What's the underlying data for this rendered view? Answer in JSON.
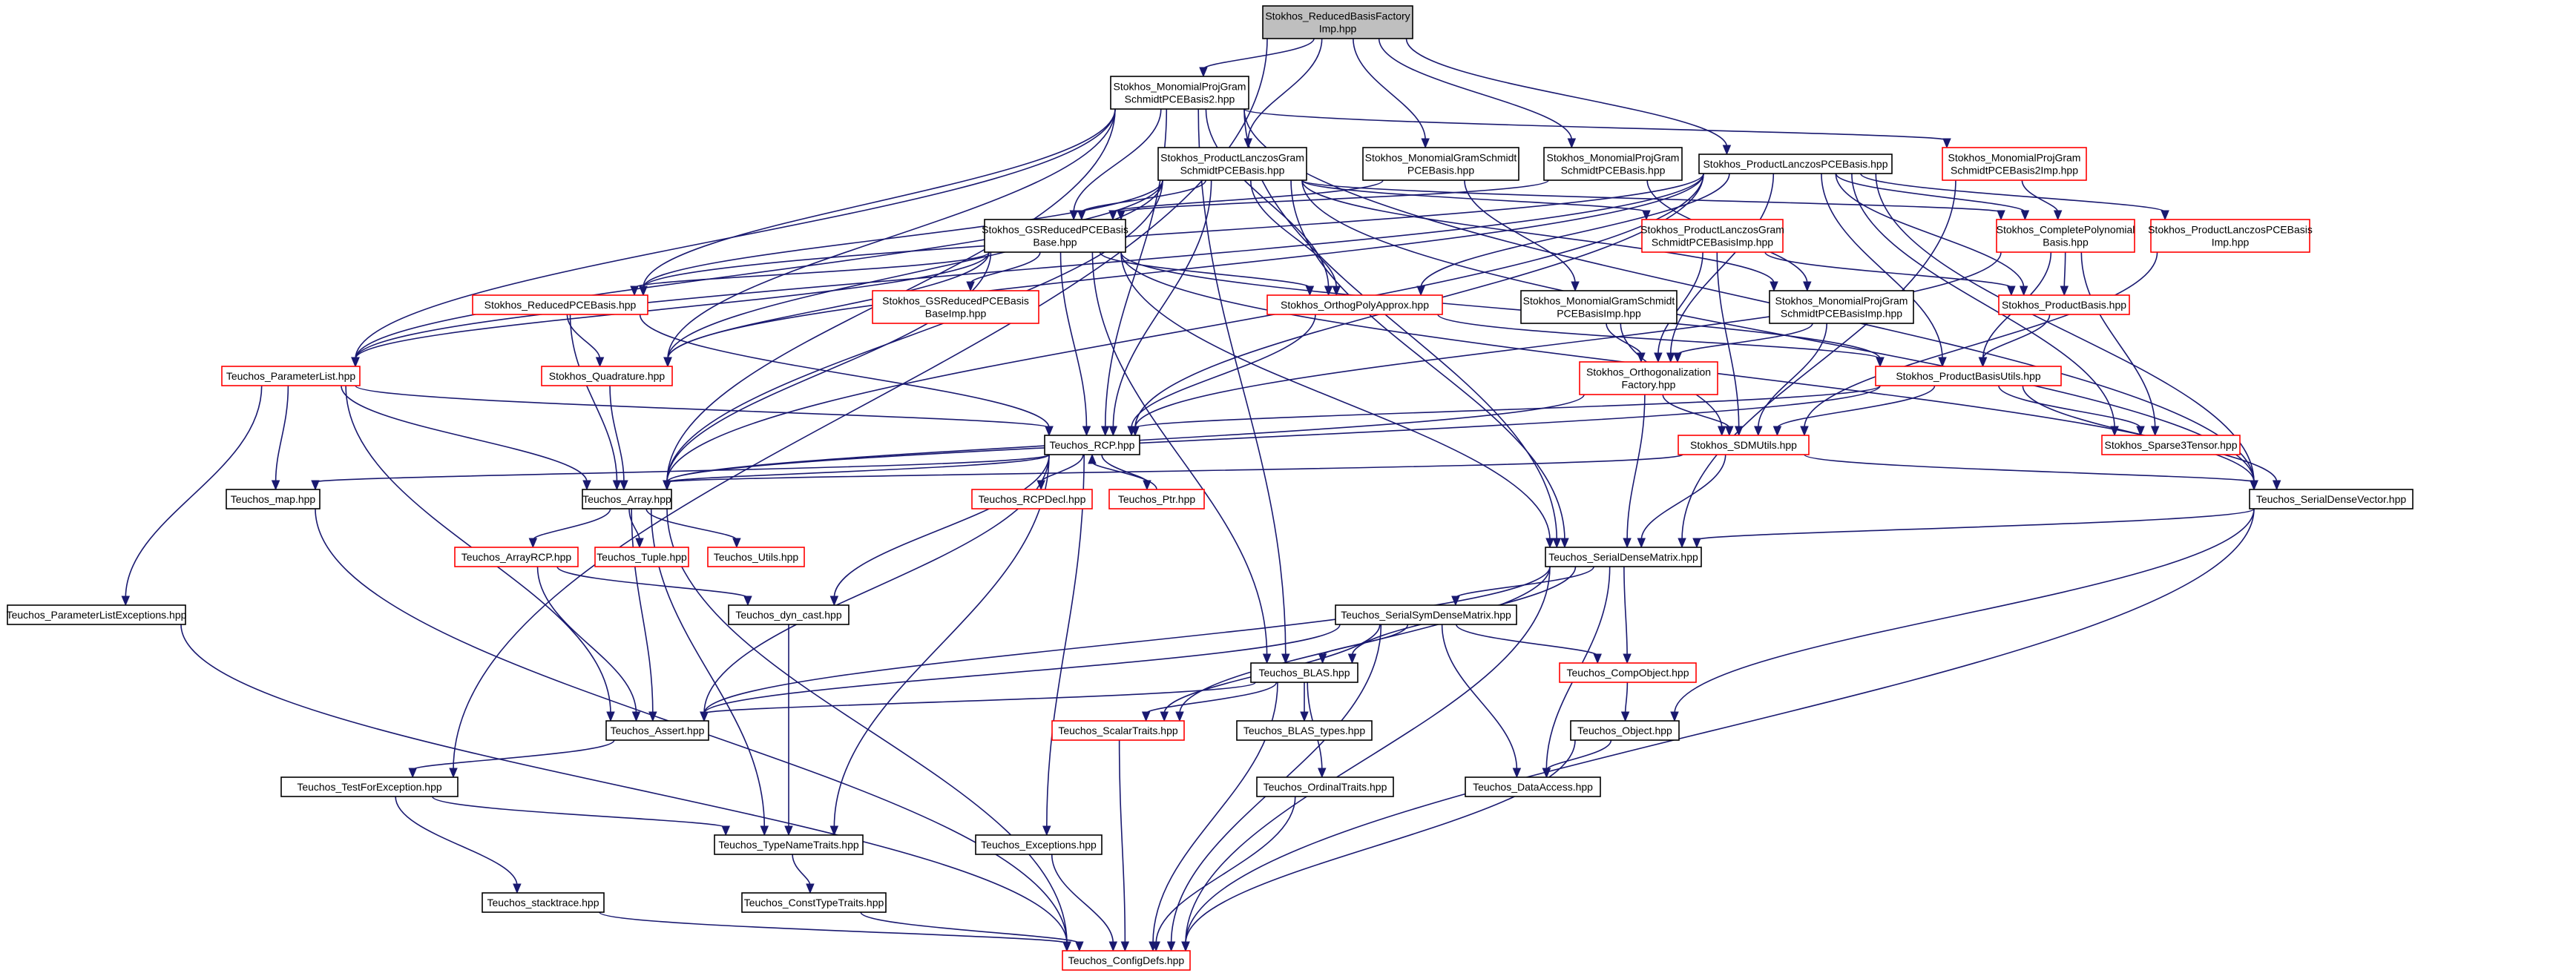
{
  "nodes": [
    {
      "id": "root",
      "lines": [
        "Stokhos_ReducedBasisFactory",
        "Imp.hpp"
      ],
      "style": "gray"
    },
    {
      "id": "mpgs2",
      "lines": [
        "Stokhos_MonomialProjGram",
        "SchmidtPCEBasis2.hpp"
      ],
      "style": "black"
    },
    {
      "id": "plgs",
      "lines": [
        "Stokhos_ProductLanczosGram",
        "SchmidtPCEBasis.hpp"
      ],
      "style": "black"
    },
    {
      "id": "mgs",
      "lines": [
        "Stokhos_MonomialGramSchmidt",
        "PCEBasis.hpp"
      ],
      "style": "black"
    },
    {
      "id": "mpgs",
      "lines": [
        "Stokhos_MonomialProjGram",
        "SchmidtPCEBasis.hpp"
      ],
      "style": "black"
    },
    {
      "id": "plpce",
      "lines": [
        "Stokhos_ProductLanczosPCEBasis.hpp"
      ],
      "style": "black"
    },
    {
      "id": "mpgs2imp",
      "lines": [
        "Stokhos_MonomialProjGram",
        "SchmidtPCEBasis2Imp.hpp"
      ],
      "style": "red"
    },
    {
      "id": "gsrb",
      "lines": [
        "Stokhos_GSReducedPCEBasis",
        "Base.hpp"
      ],
      "style": "black"
    },
    {
      "id": "plgsimp",
      "lines": [
        "Stokhos_ProductLanczosGram",
        "SchmidtPCEBasisImp.hpp"
      ],
      "style": "red"
    },
    {
      "id": "cpb",
      "lines": [
        "Stokhos_CompletePolynomial",
        "Basis.hpp"
      ],
      "style": "red"
    },
    {
      "id": "plpceimp",
      "lines": [
        "Stokhos_ProductLanczosPCEBasis",
        "Imp.hpp"
      ],
      "style": "red"
    },
    {
      "id": "rpce",
      "lines": [
        "Stokhos_ReducedPCEBasis.hpp"
      ],
      "style": "red"
    },
    {
      "id": "gsrbimp",
      "lines": [
        "Stokhos_GSReducedPCEBasis",
        "BaseImp.hpp"
      ],
      "style": "red"
    },
    {
      "id": "opa",
      "lines": [
        "Stokhos_OrthogPolyApprox.hpp"
      ],
      "style": "red"
    },
    {
      "id": "mgsimp",
      "lines": [
        "Stokhos_MonomialGramSchmidt",
        "PCEBasisImp.hpp"
      ],
      "style": "black"
    },
    {
      "id": "mpgsimp",
      "lines": [
        "Stokhos_MonomialProjGram",
        "SchmidtPCEBasisImp.hpp"
      ],
      "style": "black"
    },
    {
      "id": "pb",
      "lines": [
        "Stokhos_ProductBasis.hpp"
      ],
      "style": "red"
    },
    {
      "id": "plist",
      "lines": [
        "Teuchos_ParameterList.hpp"
      ],
      "style": "red"
    },
    {
      "id": "quad",
      "lines": [
        "Stokhos_Quadrature.hpp"
      ],
      "style": "red"
    },
    {
      "id": "of",
      "lines": [
        "Stokhos_Orthogonalization",
        "Factory.hpp"
      ],
      "style": "red"
    },
    {
      "id": "pbu",
      "lines": [
        "Stokhos_ProductBasisUtils.hpp"
      ],
      "style": "red"
    },
    {
      "id": "rcp",
      "lines": [
        "Teuchos_RCP.hpp"
      ],
      "style": "black"
    },
    {
      "id": "sdm",
      "lines": [
        "Stokhos_SDMUtils.hpp"
      ],
      "style": "red"
    },
    {
      "id": "s3t",
      "lines": [
        "Stokhos_Sparse3Tensor.hpp"
      ],
      "style": "red"
    },
    {
      "id": "map",
      "lines": [
        "Teuchos_map.hpp"
      ],
      "style": "black"
    },
    {
      "id": "array",
      "lines": [
        "Teuchos_Array.hpp"
      ],
      "style": "black"
    },
    {
      "id": "rcpdecl",
      "lines": [
        "Teuchos_RCPDecl.hpp"
      ],
      "style": "red"
    },
    {
      "id": "ptr",
      "lines": [
        "Teuchos_Ptr.hpp"
      ],
      "style": "red"
    },
    {
      "id": "sdv",
      "lines": [
        "Teuchos_SerialDenseVector.hpp"
      ],
      "style": "black"
    },
    {
      "id": "sdmat",
      "lines": [
        "Teuchos_SerialDenseMatrix.hpp"
      ],
      "style": "black"
    },
    {
      "id": "arcp",
      "lines": [
        "Teuchos_ArrayRCP.hpp"
      ],
      "style": "red"
    },
    {
      "id": "tuple",
      "lines": [
        "Teuchos_Tuple.hpp"
      ],
      "style": "red"
    },
    {
      "id": "utils",
      "lines": [
        "Teuchos_Utils.hpp"
      ],
      "style": "red"
    },
    {
      "id": "ssdm",
      "lines": [
        "Teuchos_SerialSymDenseMatrix.hpp"
      ],
      "style": "black"
    },
    {
      "id": "ple",
      "lines": [
        "Teuchos_ParameterListExceptions.hpp"
      ],
      "style": "black"
    },
    {
      "id": "dyn",
      "lines": [
        "Teuchos_dyn_cast.hpp"
      ],
      "style": "black"
    },
    {
      "id": "blas",
      "lines": [
        "Teuchos_BLAS.hpp"
      ],
      "style": "black"
    },
    {
      "id": "compobj",
      "lines": [
        "Teuchos_CompObject.hpp"
      ],
      "style": "red"
    },
    {
      "id": "assert",
      "lines": [
        "Teuchos_Assert.hpp"
      ],
      "style": "black"
    },
    {
      "id": "st",
      "lines": [
        "Teuchos_ScalarTraits.hpp"
      ],
      "style": "red"
    },
    {
      "id": "blastypes",
      "lines": [
        "Teuchos_BLAS_types.hpp"
      ],
      "style": "black"
    },
    {
      "id": "object",
      "lines": [
        "Teuchos_Object.hpp"
      ],
      "style": "black"
    },
    {
      "id": "tfe",
      "lines": [
        "Teuchos_TestForException.hpp"
      ],
      "style": "black"
    },
    {
      "id": "ot",
      "lines": [
        "Teuchos_OrdinalTraits.hpp"
      ],
      "style": "black"
    },
    {
      "id": "da",
      "lines": [
        "Teuchos_DataAccess.hpp"
      ],
      "style": "black"
    },
    {
      "id": "tnt",
      "lines": [
        "Teuchos_TypeNameTraits.hpp"
      ],
      "style": "black"
    },
    {
      "id": "exc",
      "lines": [
        "Teuchos_Exceptions.hpp"
      ],
      "style": "black"
    },
    {
      "id": "stack",
      "lines": [
        "Teuchos_stacktrace.hpp"
      ],
      "style": "black"
    },
    {
      "id": "ctt",
      "lines": [
        "Teuchos_ConstTypeTraits.hpp"
      ],
      "style": "black"
    },
    {
      "id": "cfg",
      "lines": [
        "Teuchos_ConfigDefs.hpp"
      ],
      "style": "red"
    }
  ],
  "edges": [
    [
      "root",
      "mpgs2"
    ],
    [
      "root",
      "plgs"
    ],
    [
      "root",
      "mgs"
    ],
    [
      "root",
      "mpgs"
    ],
    [
      "root",
      "plpce"
    ],
    [
      "root",
      "tfe"
    ],
    [
      "mpgs2",
      "mpgs2imp"
    ],
    [
      "mpgs2",
      "gsrb"
    ],
    [
      "mpgs2",
      "rpce"
    ],
    [
      "mpgs2",
      "opa"
    ],
    [
      "mpgs2",
      "plist"
    ],
    [
      "mpgs2",
      "quad"
    ],
    [
      "mpgs2",
      "rcp"
    ],
    [
      "mpgs2",
      "array"
    ],
    [
      "mpgs2",
      "blas"
    ],
    [
      "mpgs2",
      "sdv"
    ],
    [
      "mpgs2",
      "sdmat"
    ],
    [
      "plgs",
      "plgsimp"
    ],
    [
      "plgs",
      "gsrb"
    ],
    [
      "plgs",
      "cpb"
    ],
    [
      "plgs",
      "rpce"
    ],
    [
      "plgs",
      "opa"
    ],
    [
      "plgs",
      "plist"
    ],
    [
      "plgs",
      "quad"
    ],
    [
      "plgs",
      "rcp"
    ],
    [
      "plgs",
      "array"
    ],
    [
      "plgs",
      "sdmat"
    ],
    [
      "plgs",
      "sdv"
    ],
    [
      "plgs",
      "mpgsimp"
    ],
    [
      "mgs",
      "gsrb"
    ],
    [
      "mgs",
      "mgsimp"
    ],
    [
      "mpgs",
      "gsrb"
    ],
    [
      "mpgs",
      "mpgsimp"
    ],
    [
      "plpce",
      "plpceimp"
    ],
    [
      "plpce",
      "cpb"
    ],
    [
      "plpce",
      "rpce"
    ],
    [
      "plpce",
      "opa"
    ],
    [
      "plpce",
      "pb"
    ],
    [
      "plpce",
      "pbu"
    ],
    [
      "plpce",
      "rcp"
    ],
    [
      "plpce",
      "quad"
    ],
    [
      "plpce",
      "plist"
    ],
    [
      "plpce",
      "array"
    ],
    [
      "plpce",
      "sdv"
    ],
    [
      "plpce",
      "s3t"
    ],
    [
      "plpce",
      "of"
    ],
    [
      "mpgs2imp",
      "cpb"
    ],
    [
      "mpgs2imp",
      "sdmat"
    ],
    [
      "gsrb",
      "gsrbimp"
    ],
    [
      "gsrb",
      "rpce"
    ],
    [
      "gsrb",
      "opa"
    ],
    [
      "gsrb",
      "quad"
    ],
    [
      "gsrb",
      "plist"
    ],
    [
      "gsrb",
      "rcp"
    ],
    [
      "gsrb",
      "array"
    ],
    [
      "gsrb",
      "sdmat"
    ],
    [
      "gsrb",
      "sdv"
    ],
    [
      "gsrb",
      "blas"
    ],
    [
      "gsrb",
      "pbu"
    ],
    [
      "plgsimp",
      "pb"
    ],
    [
      "plgsimp",
      "of"
    ],
    [
      "plgsimp",
      "sdm"
    ],
    [
      "cpb",
      "pb"
    ],
    [
      "cpb",
      "pbu"
    ],
    [
      "cpb",
      "rcp"
    ],
    [
      "cpb",
      "s3t"
    ],
    [
      "plpceimp",
      "sdm"
    ],
    [
      "rpce",
      "quad"
    ],
    [
      "rpce",
      "array"
    ],
    [
      "rpce",
      "rcp"
    ],
    [
      "opa",
      "rcp"
    ],
    [
      "opa",
      "pbu"
    ],
    [
      "mgsimp",
      "of"
    ],
    [
      "mgsimp",
      "sdm"
    ],
    [
      "mpgsimp",
      "of"
    ],
    [
      "mpgsimp",
      "sdm"
    ],
    [
      "pb",
      "pbu"
    ],
    [
      "plist",
      "map"
    ],
    [
      "plist",
      "array"
    ],
    [
      "plist",
      "rcp"
    ],
    [
      "plist",
      "assert"
    ],
    [
      "plist",
      "ple"
    ],
    [
      "quad",
      "array"
    ],
    [
      "of",
      "sdm"
    ],
    [
      "of",
      "sdmat"
    ],
    [
      "of",
      "array"
    ],
    [
      "pbu",
      "rcp"
    ],
    [
      "pbu",
      "sdm"
    ],
    [
      "pbu",
      "s3t"
    ],
    [
      "pbu",
      "sdv"
    ],
    [
      "pbu",
      "array"
    ],
    [
      "rcp",
      "rcpdecl"
    ],
    [
      "rcp",
      "ptr"
    ],
    [
      "rcp",
      "array"
    ],
    [
      "rcp",
      "map"
    ],
    [
      "rcp",
      "dyn"
    ],
    [
      "rcp",
      "assert"
    ],
    [
      "rcp",
      "tnt"
    ],
    [
      "rcp",
      "exc"
    ],
    [
      "ptr",
      "rcp"
    ],
    [
      "sdm",
      "array"
    ],
    [
      "sdm",
      "sdmat"
    ],
    [
      "sdm",
      "sdv"
    ],
    [
      "array",
      "arcp"
    ],
    [
      "array",
      "tuple"
    ],
    [
      "array",
      "utils"
    ],
    [
      "array",
      "assert"
    ],
    [
      "array",
      "tnt"
    ],
    [
      "array",
      "cfg"
    ],
    [
      "sdv",
      "sdmat"
    ],
    [
      "sdv",
      "object"
    ],
    [
      "sdv",
      "cfg"
    ],
    [
      "sdmat",
      "ssdm"
    ],
    [
      "sdmat",
      "blas"
    ],
    [
      "sdmat",
      "compobj"
    ],
    [
      "sdmat",
      "assert"
    ],
    [
      "sdmat",
      "st"
    ],
    [
      "sdmat",
      "da"
    ],
    [
      "sdmat",
      "cfg"
    ],
    [
      "arcp",
      "assert"
    ],
    [
      "arcp",
      "dyn"
    ],
    [
      "ssdm",
      "blas"
    ],
    [
      "ssdm",
      "compobj"
    ],
    [
      "ssdm",
      "assert"
    ],
    [
      "ssdm",
      "st"
    ],
    [
      "ssdm",
      "da"
    ],
    [
      "ssdm",
      "cfg"
    ],
    [
      "ple",
      "cfg"
    ],
    [
      "dyn",
      "tnt"
    ],
    [
      "blas",
      "st"
    ],
    [
      "blas",
      "blastypes"
    ],
    [
      "blas",
      "ot"
    ],
    [
      "blas",
      "assert"
    ],
    [
      "blas",
      "cfg"
    ],
    [
      "compobj",
      "object"
    ],
    [
      "assert",
      "tfe"
    ],
    [
      "st",
      "cfg"
    ],
    [
      "object",
      "da"
    ],
    [
      "object",
      "cfg"
    ],
    [
      "tfe",
      "tnt"
    ],
    [
      "tfe",
      "stack"
    ],
    [
      "ot",
      "cfg"
    ],
    [
      "tnt",
      "ctt"
    ],
    [
      "exc",
      "cfg"
    ],
    [
      "stack",
      "cfg"
    ],
    [
      "ctt",
      "cfg"
    ],
    [
      "map",
      "cfg"
    ]
  ]
}
